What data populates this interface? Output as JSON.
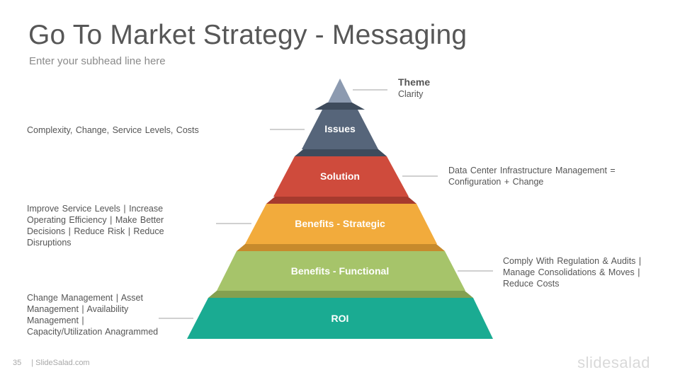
{
  "slide": {
    "title": "Go To Market Strategy - Messaging",
    "subhead": "Enter your subhead line here"
  },
  "theme": {
    "title": "Theme",
    "subtitle": "Clarity"
  },
  "layers": [
    {
      "name": "Issues",
      "color": "#56657a",
      "shadow": "#3e4b5c"
    },
    {
      "name": "Solution",
      "color": "#cf4b3c",
      "shadow": "#a63a2e"
    },
    {
      "name": "Benefits - Strategic",
      "color": "#f2ab3c",
      "shadow": "#c78a2c"
    },
    {
      "name": "Benefits - Functional",
      "color": "#a6c46a",
      "shadow": "#84a050"
    },
    {
      "name": "ROI",
      "color": "#1aab92",
      "shadow": "#138a75"
    }
  ],
  "apex_color": "#8c9ab0",
  "descriptions": {
    "issues": "Complexity, Change, Service Levels, Costs",
    "solution": "Data Center Infrastructure Management = Configuration + Change",
    "benefits_strategic": "Improve Service Levels | Increase Operating Efficiency | Make Better Decisions | Reduce Risk | Reduce Disruptions",
    "benefits_functional": "Comply With Regulation & Audits | Manage Consolidations & Moves | Reduce Costs",
    "roi": "Change Management | Asset Management | Availability Management | Capacity/Utilization Anagrammed"
  },
  "footer": {
    "page": "35",
    "site": "| SlideSalad.com",
    "brand": "slidesalad"
  }
}
